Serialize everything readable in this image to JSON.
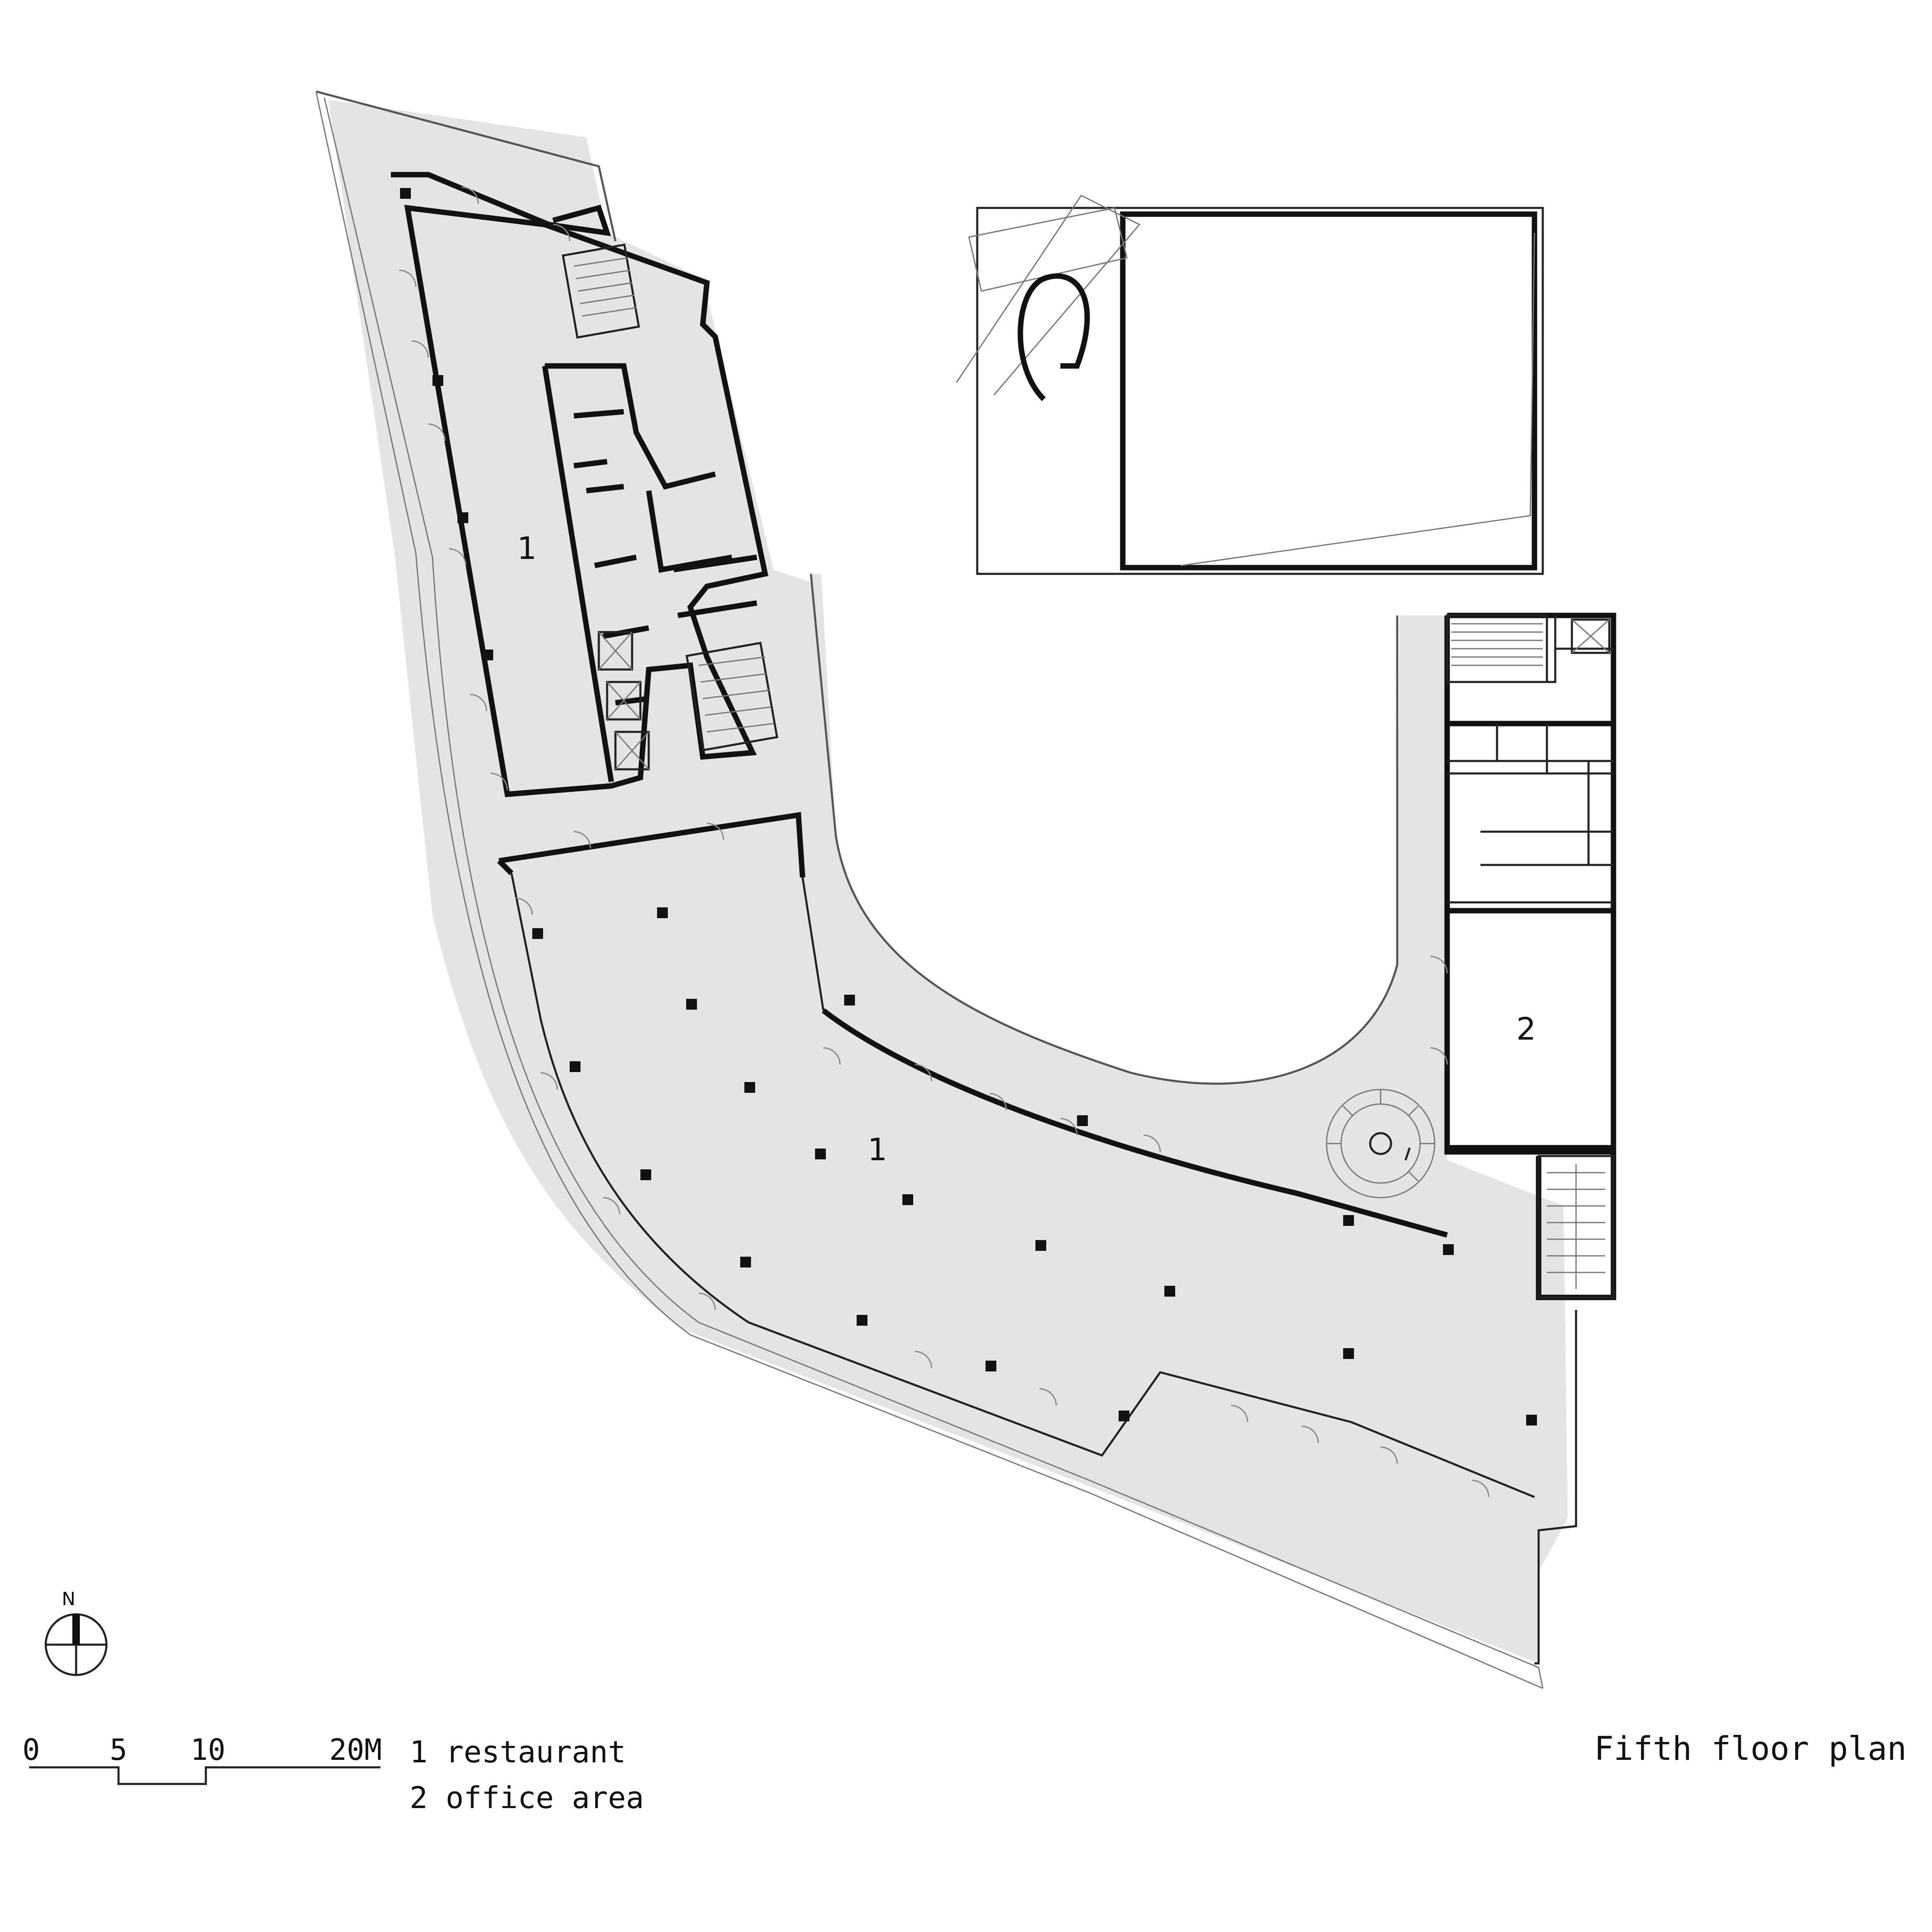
{
  "drawing": {
    "title": "Fifth floor plan",
    "north_label": "N"
  },
  "room_labels": {
    "restaurant_north": "1",
    "restaurant_main": "1",
    "office": "2"
  },
  "legend": {
    "items": [
      {
        "number": "1",
        "name": "restaurant",
        "text": "1 restaurant"
      },
      {
        "number": "2",
        "name": "office area",
        "text": "2 office area"
      }
    ]
  },
  "scale_bar": {
    "ticks": [
      "0",
      "5",
      "10",
      "20M"
    ]
  },
  "colors": {
    "terrace_fill": "#e4e4e4",
    "wall": "#111111",
    "background": "#ffffff"
  }
}
